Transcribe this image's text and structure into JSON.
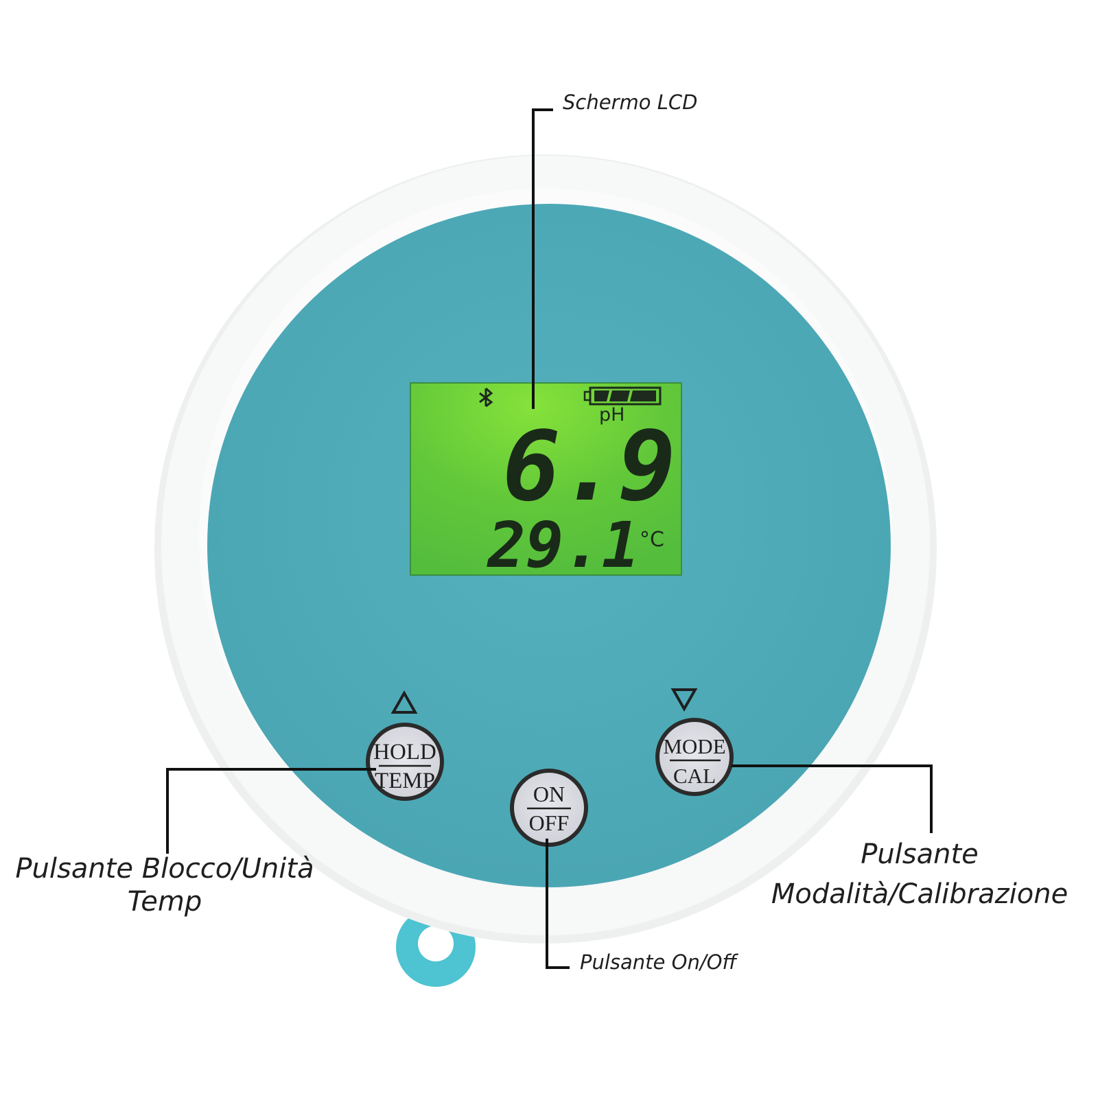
{
  "colors": {
    "body_face": "#4fabb8",
    "shell": "#f6f7f7",
    "lcd_green": "#6ed23a",
    "button_face": "#dfe0e6",
    "ring_tab": "#4ec3d1",
    "ink": "#1f1f1f"
  },
  "display": {
    "bluetooth_icon": "bluetooth-icon",
    "battery_icon": "battery-full-icon",
    "ph_label": "pH",
    "ph_value": "6.9",
    "temp_value": "29.1",
    "temp_unit": "°C"
  },
  "buttons": {
    "hold": {
      "top": "HOLD",
      "bottom": "TEMP",
      "arrow_icon": "triangle-up-icon"
    },
    "on": {
      "top": "ON",
      "bottom": "OFF"
    },
    "mode": {
      "top": "MODE",
      "bottom": "CAL",
      "arrow_icon": "triangle-down-icon"
    }
  },
  "callouts": {
    "lcd": "Schermo LCD",
    "hold_line1": "Pulsante Blocco/Unità",
    "hold_line2": "Temp",
    "onoff": "Pulsante On/Off",
    "mode_line1": "Pulsante",
    "mode_line2": "Modalità/Calibrazione"
  }
}
